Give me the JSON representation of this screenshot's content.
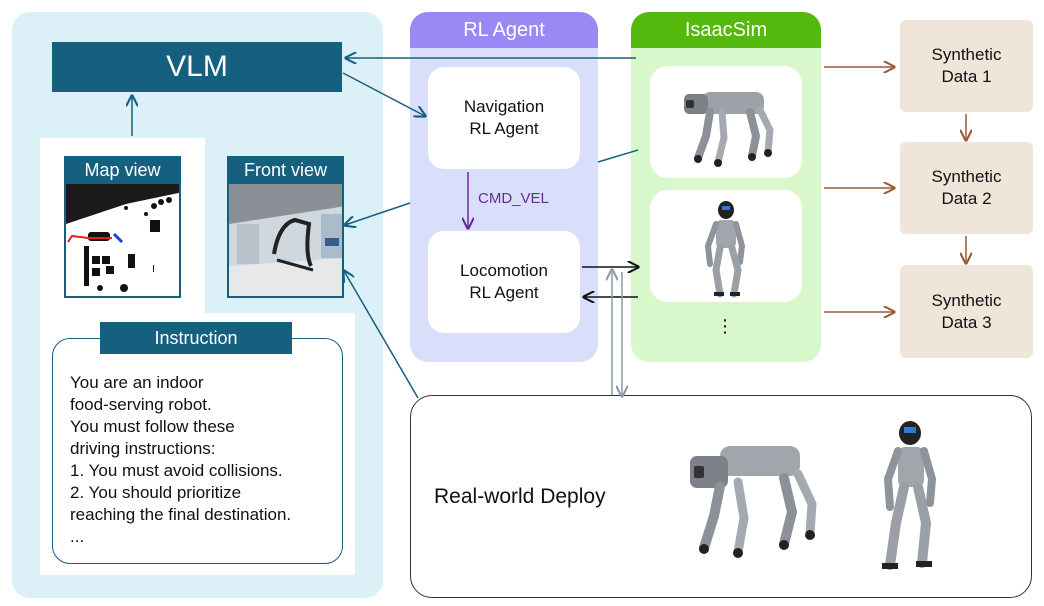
{
  "vlm": {
    "title": "VLM",
    "map_view_label": "Map view",
    "front_view_label": "Front view",
    "instruction_label": "Instruction",
    "instruction_lines": [
      "You are an indoor",
      "food-serving robot.",
      "You must follow these",
      "driving instructions:",
      "1. You must avoid collisions.",
      "2. You should prioritize",
      "reaching the final destination.",
      "..."
    ]
  },
  "rl_agent": {
    "header": "RL Agent",
    "navigation": [
      "Navigation",
      "RL Agent"
    ],
    "locomotion": [
      "Locomotion",
      "RL Agent"
    ],
    "cmd_label": "CMD_VEL"
  },
  "isaacsim": {
    "header": "IsaacSim",
    "more": "⋮"
  },
  "synthetic": [
    [
      "Synthetic",
      "Data 1"
    ],
    [
      "Synthetic",
      "Data 2"
    ],
    [
      "Synthetic",
      "Data 3"
    ]
  ],
  "deploy": {
    "label": "Real-world Deploy"
  },
  "colors": {
    "teal": "#16607f",
    "purple_arrow": "#6a2a96",
    "brown_arrow": "#9a5a38",
    "rl_header": "#9a88f5",
    "isaac_header": "#55b80d"
  },
  "icons": [
    "quadruped-robot-icon",
    "humanoid-robot-icon"
  ]
}
